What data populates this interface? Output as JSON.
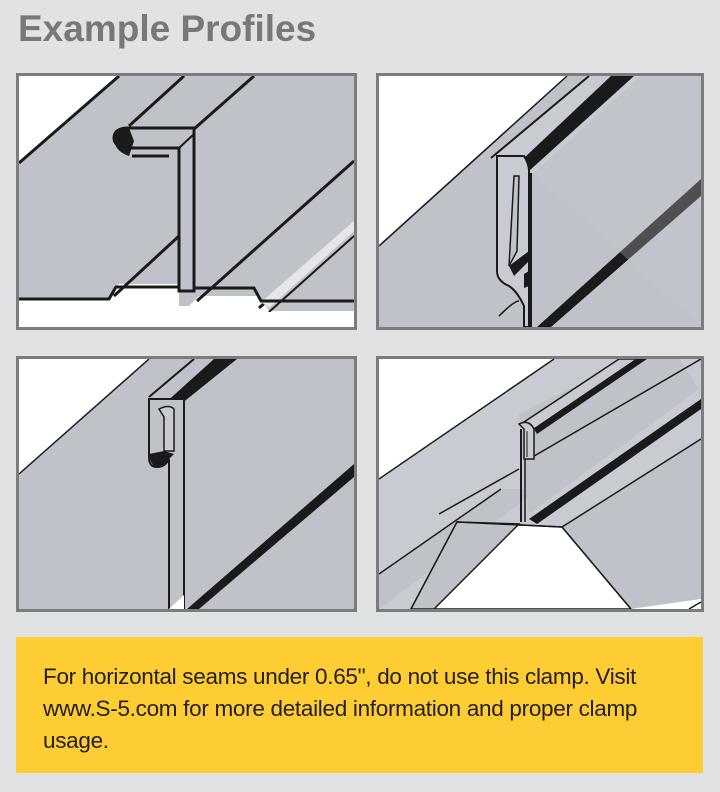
{
  "header": {
    "title": "Example Profiles"
  },
  "profiles": [
    {
      "id": "profile-1",
      "description": "T-style standing seam profile with rolled hook cap over vertical leg, flat pan with stiffening rib"
    },
    {
      "id": "profile-2",
      "description": "Snap-lock vertical seam profile with folded female leg over male leg"
    },
    {
      "id": "profile-3",
      "description": "Snap-lock narrow vertical seam with rounded hook over vertical leg"
    },
    {
      "id": "profile-4",
      "description": "Horizontal batten seam profile with folded bead on trapezoidal rib"
    }
  ],
  "note": {
    "text": "For horizontal seams under 0.65\", do not use this clamp. Visit www.S-5.com for more detailed information and proper clamp usage.",
    "background": "#fecc33"
  },
  "colors": {
    "page_background": "#e1e2e4",
    "title": "#77787b",
    "panel_border": "#7b7c7e",
    "metal_fill": "#bfc2c8",
    "metal_light": "#c8cbd1",
    "line": "#1a1a1a"
  }
}
